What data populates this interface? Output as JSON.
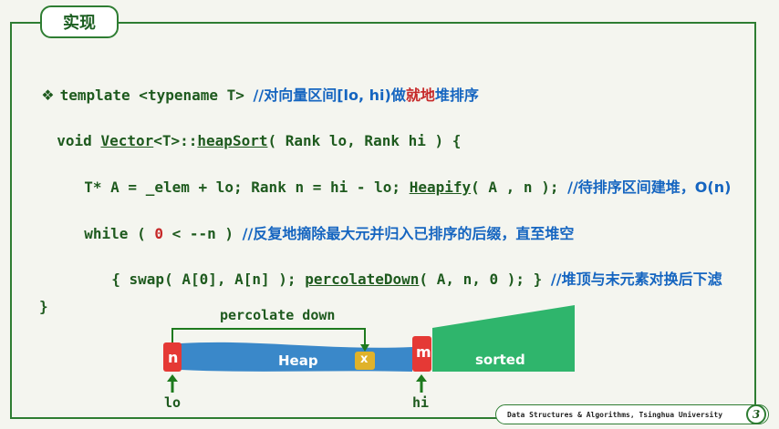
{
  "badge": {
    "title": "实现"
  },
  "code": {
    "l1": {
      "bullet": "❖",
      "kw": "template <typename T> ",
      "cmt1": "//对向量区间[lo, hi)做",
      "red": "就地",
      "cmt2": "堆排序"
    },
    "l2": {
      "pre": "void ",
      "vector": "Vector",
      "mid": "<T>::",
      "fn": "heapSort",
      "post": "( Rank lo, Rank hi ) {"
    },
    "l3": {
      "pre": "T* A = _elem + lo; Rank n = hi - lo; ",
      "fn": "Heapify",
      "post": "( A , n ); ",
      "cmt": "//待排序区间建堆，O(n)"
    },
    "l4": {
      "pre": "while ( ",
      "zero": "0",
      "post": " < --n ) ",
      "cmt": "//反复地摘除最大元并归入已排序的后缀，直至堆空"
    },
    "l5": {
      "pre": "{ swap( A[0], A[n] ); ",
      "fn": "percolateDown",
      "post": "( A, n, 0 ); } ",
      "cmt": "//堆顶与末元素对换后下滤"
    },
    "l6": {
      "text": "}"
    }
  },
  "diagram": {
    "percolate_label": "percolate down",
    "heap_label": "Heap",
    "sorted_label": "sorted",
    "n_label": "n",
    "m_label": "m",
    "x_label": "x",
    "lo_label": "lo",
    "hi_label": "hi",
    "colors": {
      "heap": "#3a88c9",
      "sorted": "#2fb56c",
      "marker": "#e53935",
      "x": "#e0b22a",
      "arrow": "#1e7a1e"
    }
  },
  "footer": {
    "text": "Data Structures & Algorithms, Tsinghua University",
    "page": "3"
  }
}
